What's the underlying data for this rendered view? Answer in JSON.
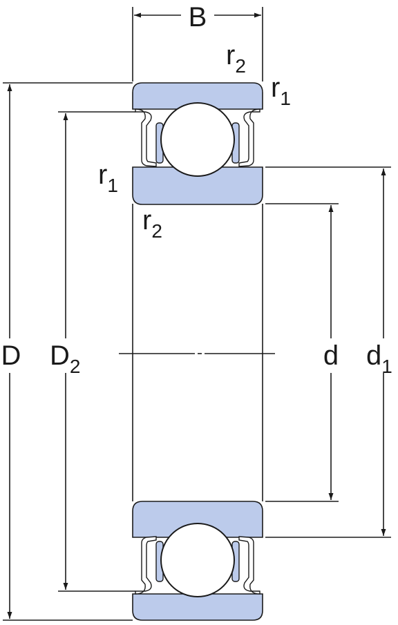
{
  "labels": {
    "B": "B",
    "D": "D",
    "D2_main": "D",
    "D2_sub": "2",
    "d": "d",
    "d1_main": "d",
    "d1_sub": "1",
    "r": "r",
    "r1_sub": "1",
    "r2_sub": "2"
  },
  "colors": {
    "ring_fill": "#bccbeb",
    "line": "#1a1a1a"
  }
}
